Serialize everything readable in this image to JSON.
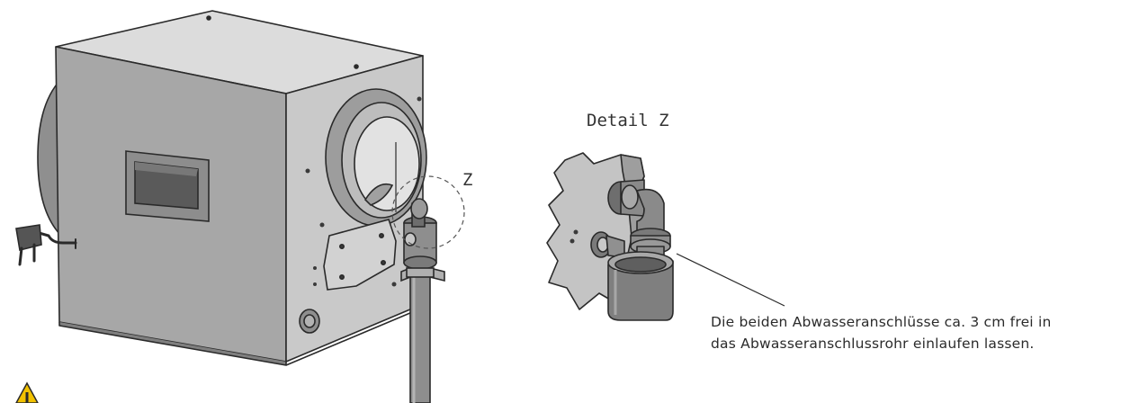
{
  "labels": {
    "detail_title": "Detail Z",
    "callout_marker": "Z"
  },
  "caption": {
    "line1": "Die beiden Abwasseranschlüsse ca. 3 cm frei in",
    "line2": "das Abwasseranschlussrohr einlaufen lassen."
  },
  "colors": {
    "housing_front": "#a7a7a7",
    "housing_side": "#c9c9c9",
    "housing_top": "#dcdcdc",
    "outline": "#2a2a2a",
    "pipe": "#8e8e8e",
    "warning": "#f2c200"
  }
}
